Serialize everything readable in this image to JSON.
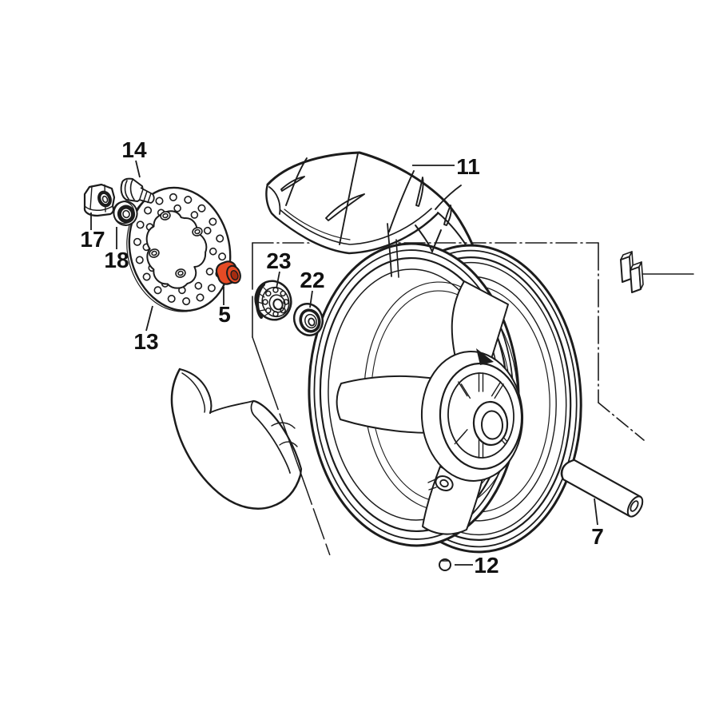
{
  "canvas": {
    "background": "#ffffff"
  },
  "drawing": {
    "line_color": "#1c1c1c",
    "highlight_color": "#e64b25",
    "highlight_dark": "#a52c10"
  },
  "callouts": {
    "collar": {
      "label": "5"
    },
    "axle_spacer": {
      "label": "7"
    },
    "tire": {
      "label": "11"
    },
    "valve": {
      "label": "12"
    },
    "brake_disc": {
      "label": "13"
    },
    "disc_bolt": {
      "label": "14"
    },
    "flange_nut": {
      "label": "17"
    },
    "washer": {
      "label": "18"
    },
    "dust_seal": {
      "label": "22"
    },
    "bearing": {
      "label": "23"
    }
  }
}
